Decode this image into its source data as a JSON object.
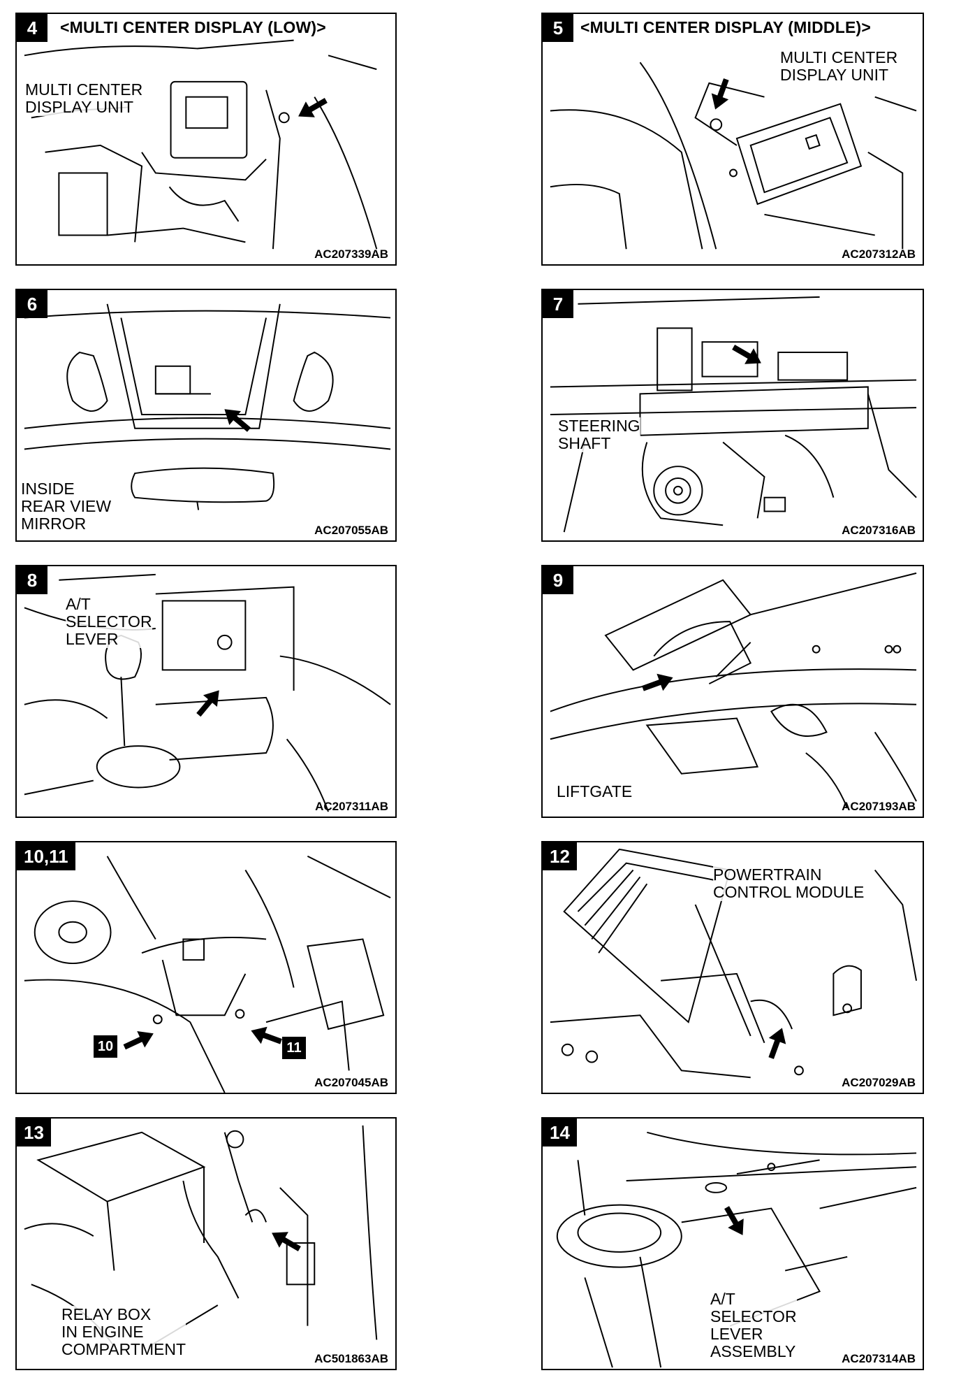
{
  "colors": {
    "line": "#000000",
    "background": "#ffffff",
    "badge": "#000000"
  },
  "panels": [
    {
      "id": "4",
      "number": "4",
      "title": "<MULTI CENTER DISPLAY (LOW)>",
      "labels": [
        "MULTI CENTER\nDISPLAY UNIT"
      ],
      "code": "AC207339AB"
    },
    {
      "id": "5",
      "number": "5",
      "title": "<MULTI CENTER DISPLAY (MIDDLE)>",
      "labels": [
        "MULTI CENTER\nDISPLAY UNIT"
      ],
      "code": "AC207312AB"
    },
    {
      "id": "6",
      "number": "6",
      "title": "",
      "labels": [
        "INSIDE\nREAR VIEW\nMIRROR"
      ],
      "code": "AC207055AB"
    },
    {
      "id": "7",
      "number": "7",
      "title": "",
      "labels": [
        "STEERING\nSHAFT"
      ],
      "code": "AC207316AB"
    },
    {
      "id": "8",
      "number": "8",
      "title": "",
      "labels": [
        "A/T\nSELECTOR\nLEVER"
      ],
      "code": "AC207311AB"
    },
    {
      "id": "9",
      "number": "9",
      "title": "",
      "labels": [
        "LIFTGATE"
      ],
      "code": "AC207193AB"
    },
    {
      "id": "10",
      "number": "10,11",
      "title": "",
      "labels": [],
      "callouts": [
        "10",
        "11"
      ],
      "code": "AC207045AB"
    },
    {
      "id": "12",
      "number": "12",
      "title": "",
      "labels": [
        "POWERTRAIN\nCONTROL MODULE"
      ],
      "code": "AC207029AB"
    },
    {
      "id": "13",
      "number": "13",
      "title": "",
      "labels": [
        "RELAY BOX\nIN ENGINE\nCOMPARTMENT"
      ],
      "code": "AC501863AB"
    },
    {
      "id": "14",
      "number": "14",
      "title": "",
      "labels": [
        "A/T\nSELECTOR\nLEVER\nASSEMBLY"
      ],
      "code": "AC207314AB"
    }
  ]
}
